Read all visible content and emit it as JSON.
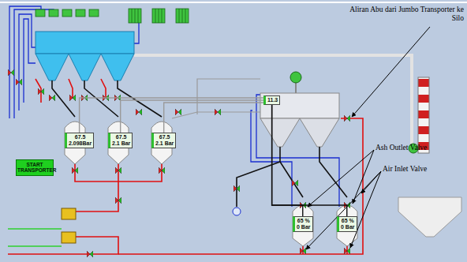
{
  "diagram": {
    "nodes": [
      {
        "text": [
          "START TRANSPORTER"
        ]
      },
      {
        "text": [
          "67.5",
          "2.098Bar"
        ]
      },
      {
        "text": [
          "67.5",
          "2.1 Bar"
        ]
      },
      {
        "text": [
          "67.5",
          "2.1 Bar"
        ]
      },
      {
        "text": [
          "11.3"
        ]
      },
      {
        "text": [
          "65 %",
          "0 Bar"
        ]
      },
      {
        "text": [
          "65 %",
          "0 Bar"
        ]
      }
    ],
    "edges": [
      {
        "from": 1,
        "to": 4,
        "arrow": "none"
      },
      {
        "from": 2,
        "to": 4,
        "arrow": "none"
      },
      {
        "from": 3,
        "to": 4,
        "arrow": "none"
      },
      {
        "from": 4,
        "to": 5,
        "arrow": "none"
      },
      {
        "from": 4,
        "to": 6,
        "arrow": "none"
      }
    ],
    "labels": [
      "Aliran Abu dari Jumbo Transporter ke Silo",
      "Ash Outlet Valve",
      "Air Inlet Valve"
    ]
  }
}
